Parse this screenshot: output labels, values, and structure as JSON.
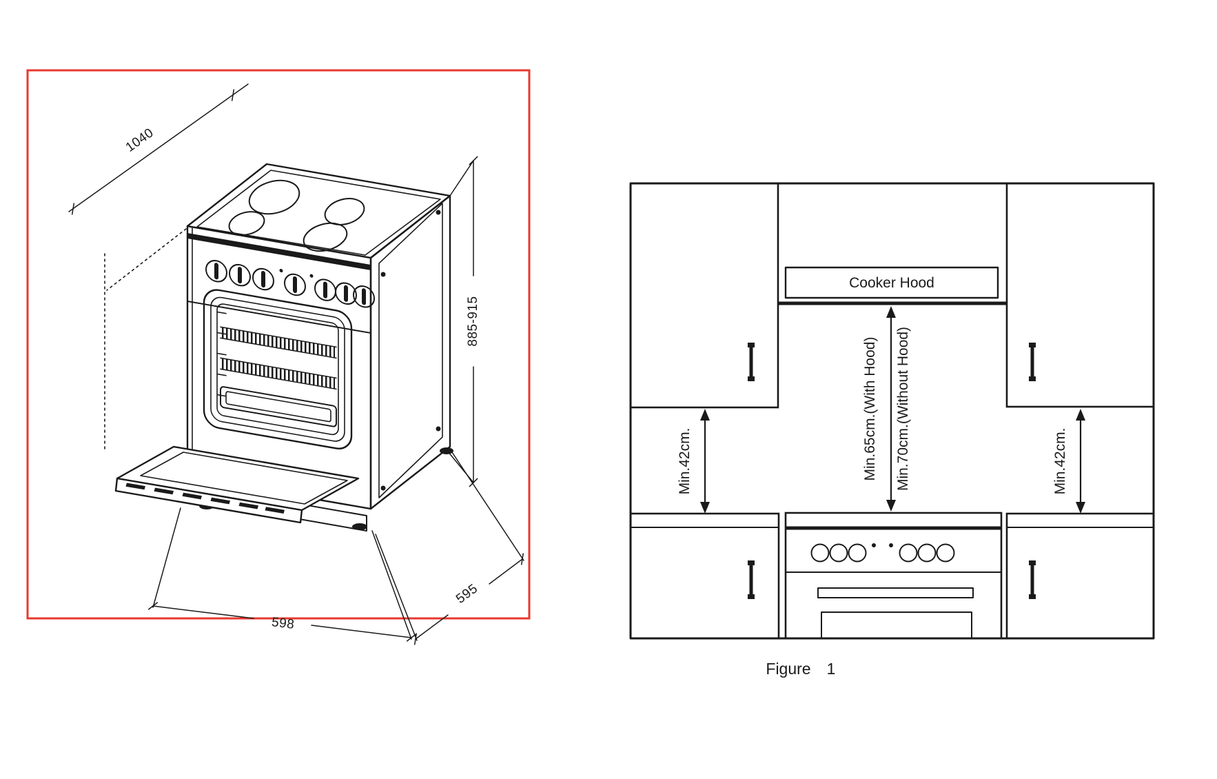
{
  "colors": {
    "line": "#1a1a1a",
    "red_border": "#e8392e",
    "background": "#ffffff"
  },
  "left_figure": {
    "description": "isometric drawing of freestanding cooker with open oven door",
    "dim_depth_door_open": "1040",
    "dim_height_range": "885-915",
    "dim_width": "598",
    "dim_depth": "595"
  },
  "right_figure": {
    "description": "kitchen wall elevation showing cooker installation clearances",
    "hood_label": "Cooker Hood",
    "min_clearance_left": "Min.42cm.",
    "min_clearance_right": "Min.42cm.",
    "min_clearance_with_hood": "Min.65cm.(With Hood)",
    "min_clearance_without_hood": "Min.70cm.(Without Hood)",
    "caption_word": "Figure",
    "caption_number": "1"
  }
}
